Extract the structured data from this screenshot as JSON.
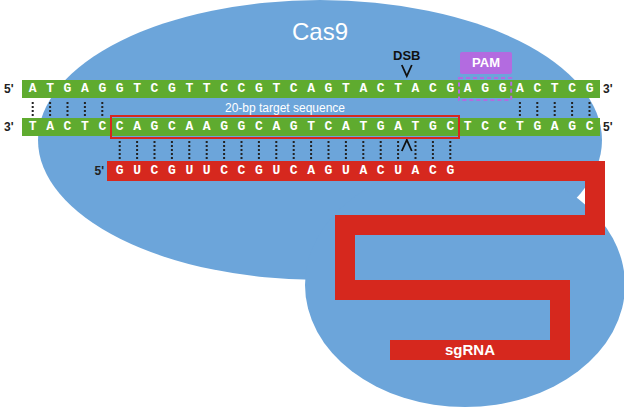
{
  "diagram": {
    "nodes": [
      {
        "text": [
          "Cas9"
        ]
      },
      {
        "text": [
          "PAM"
        ],
        "in": 0
      },
      {
        "text": [
          "ATGAGGTCGTTCCGTCAGTACTACGAGGACTCG"
        ]
      },
      {
        "text": [
          "TACTCCAGCAAGGCAGTCATGATGCTCCTGAGC"
        ]
      },
      {
        "text": [
          "GUCGUUCCGUCAGUACUACG",
          "sgRNA"
        ],
        "in": 0
      }
    ],
    "labels": [
      "DSB",
      "5'",
      "3'",
      "20-bp target sequence",
      "3'",
      "5'",
      "5'"
    ]
  }
}
